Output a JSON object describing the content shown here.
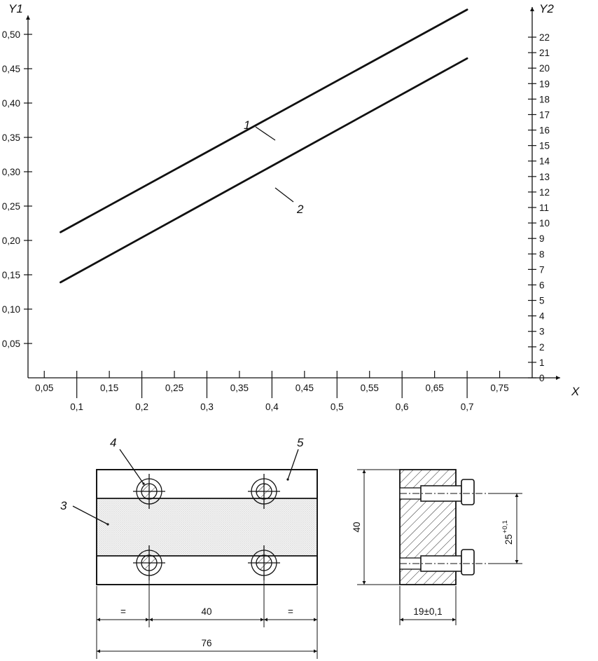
{
  "chart_data": {
    "type": "line",
    "xlabel": "X",
    "ylabel_left": "Y1",
    "ylabel_right": "Y2",
    "xlim": [
      0.025,
      0.8
    ],
    "ylim_left": [
      0,
      0.55
    ],
    "ylim_right": [
      0,
      24.4
    ],
    "x_ticks_upper": [
      "0,05",
      "0,15",
      "0,25",
      "0,35",
      "0,45",
      "0,55",
      "0,65",
      "0,75"
    ],
    "x_ticks_lower": [
      "0,1",
      "0,2",
      "0,3",
      "0,4",
      "0,5",
      "0,6",
      "0,7"
    ],
    "y1_ticks": [
      "0,05",
      "0,10",
      "0,15",
      "0,20",
      "0,25",
      "0,30",
      "0,35",
      "0,40",
      "0,45",
      "0,50"
    ],
    "y2_ticks": [
      "0",
      "1",
      "2",
      "3",
      "4",
      "5",
      "6",
      "7",
      "8",
      "9",
      "10",
      "11",
      "12",
      "13",
      "14",
      "15",
      "16",
      "17",
      "18",
      "19",
      "20",
      "21",
      "22"
    ],
    "grid": false,
    "series": [
      {
        "label": "1",
        "x": [
          0.075,
          0.7
        ],
        "y": [
          0.212,
          0.536
        ]
      },
      {
        "label": "2",
        "x": [
          0.075,
          0.7
        ],
        "y": [
          0.139,
          0.465
        ]
      }
    ]
  },
  "drawing": {
    "callouts": [
      "1",
      "2",
      "3",
      "4",
      "5"
    ],
    "dim_equal": "=",
    "dim_spacing": "40",
    "dim_total": "76",
    "dim_height": "40",
    "dim_hole": "25",
    "dim_hole_tol": "+0,1",
    "dim_thickness": "19±0,1"
  }
}
